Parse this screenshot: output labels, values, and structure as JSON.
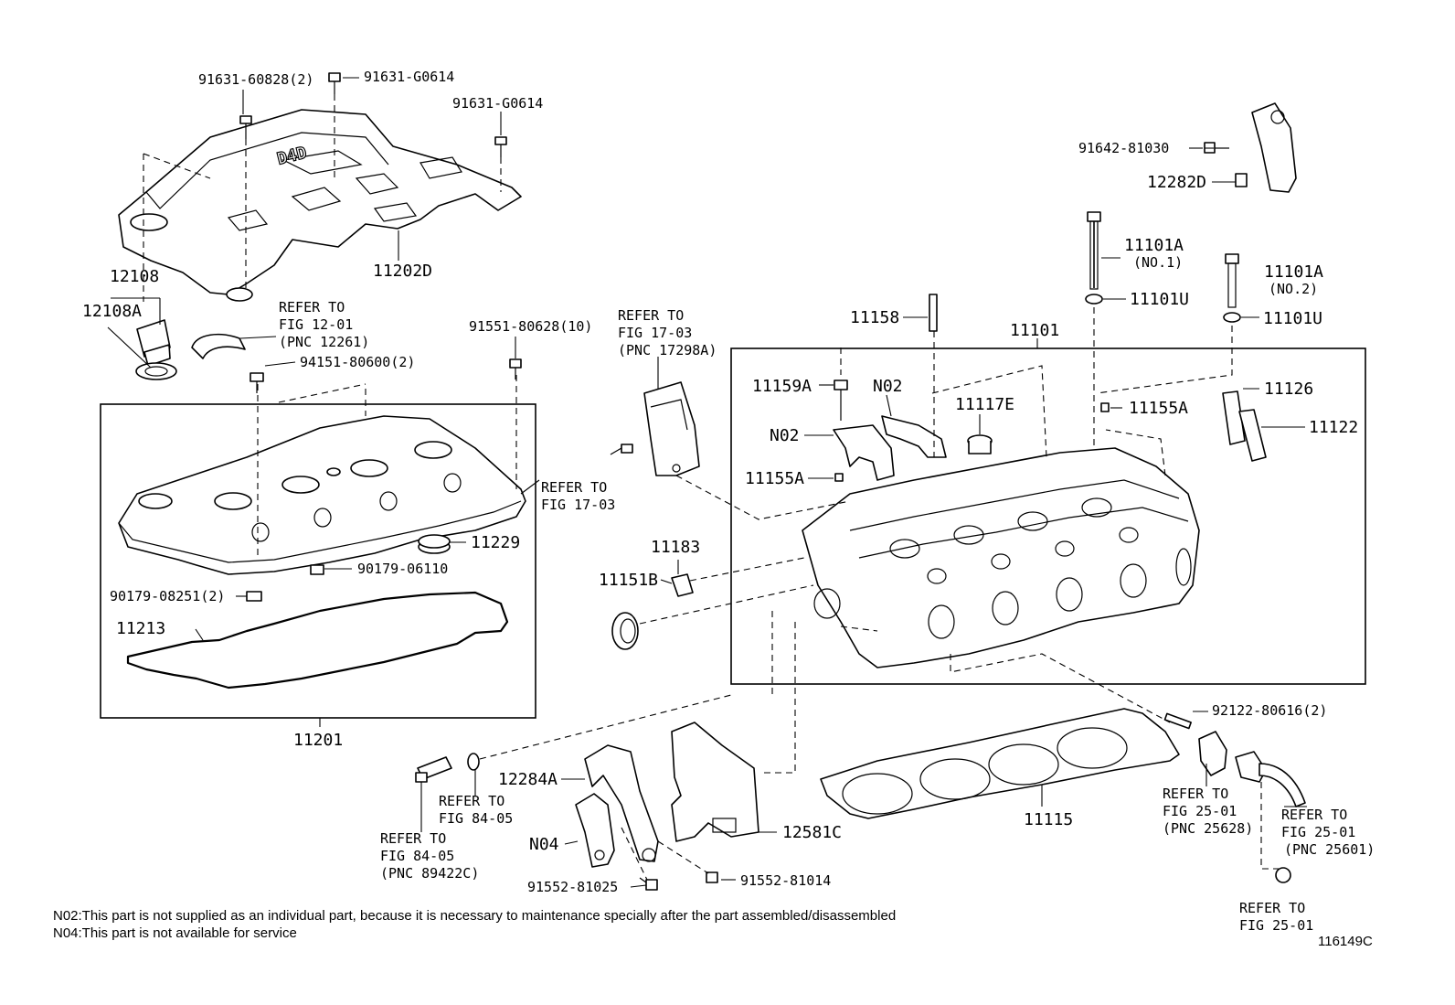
{
  "diagram": {
    "labels": {
      "p91631_60828": "91631-60828(2)",
      "p91631_g0614_a": "91631-G0614",
      "p91631_g0614_b": "91631-G0614",
      "p91642_81030": "91642-81030",
      "p12282d": "12282D",
      "p11101a_1": "11101A",
      "p11101a_1_sub": "(NO.1)",
      "p11101a_2": "11101A",
      "p11101a_2_sub": "(NO.2)",
      "p11101u_1": "11101U",
      "p11101u_2": "11101U",
      "p11202d": "11202D",
      "p12108": "12108",
      "p12108a": "12108A",
      "ref_12_01_a": "REFER TO",
      "ref_12_01_b": "FIG 12-01",
      "ref_12_01_c": "(PNC 12261)",
      "p94151": "94151-80600(2)",
      "p91551": "91551-80628(10)",
      "ref_17_03a_a": "REFER TO",
      "ref_17_03a_b": "FIG 17-03",
      "ref_17_03a_c": "(PNC 17298A)",
      "p11158": "11158",
      "p11101": "11101",
      "p11159a": "11159A",
      "n02_a": "N02",
      "n02_b": "N02",
      "p11117e": "11117E",
      "p11155a_a": "11155A",
      "p11155a_b": "11155A",
      "p11126": "11126",
      "p11122": "11122",
      "ref_17_03b_a": "REFER TO",
      "ref_17_03b_b": "FIG 17-03",
      "p11183": "11183",
      "p11151b": "11151B",
      "p11229": "11229",
      "p90179_06110": "90179-06110",
      "p90179_08251": "90179-08251(2)",
      "p11213": "11213",
      "p11201": "11201",
      "p92122": "92122-80616(2)",
      "p12284a": "12284A",
      "ref_84_05a_a": "REFER TO",
      "ref_84_05a_b": "FIG 84-05",
      "ref_84_05b_a": "REFER TO",
      "ref_84_05b_b": "FIG 84-05",
      "ref_84_05b_c": "(PNC 89422C)",
      "n04": "N04",
      "p12581c": "12581C",
      "p11115": "11115",
      "ref_25_01a_a": "REFER TO",
      "ref_25_01a_b": "FIG 25-01",
      "ref_25_01a_c": "(PNC 25628)",
      "ref_25_01b_a": "REFER TO",
      "ref_25_01b_b": "FIG 25-01",
      "ref_25_01b_c": "(PNC 25601)",
      "ref_25_01c_a": "REFER TO",
      "ref_25_01c_b": "FIG 25-01",
      "p91552_81025": "91552-81025",
      "p91552_81014": "91552-81014"
    },
    "notes": {
      "n02": "N02:This part is not supplied as an individual part, because it is necessary to maintenance specially after the part assembled/disassembled",
      "n04": "N04:This part is not available for service"
    },
    "figure_id": "116149C"
  }
}
